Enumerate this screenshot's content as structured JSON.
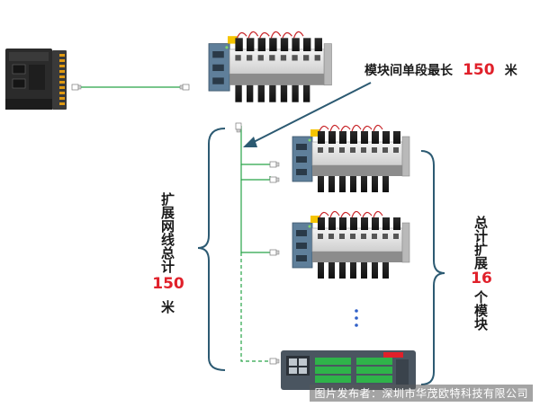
{
  "segment_label": {
    "prefix": "模块间单段最长",
    "value": "150",
    "unit": "米"
  },
  "total_cable": {
    "label": "扩展网线总计",
    "value": "150",
    "unit": "米"
  },
  "total_modules": {
    "label": "总计扩展",
    "value": "16",
    "unit": "个模块"
  },
  "watermark": "图片发布者：深圳市华茂欧特科技有限公司",
  "colors": {
    "cable": "#27a348",
    "bracket": "#2c5a72",
    "arrow": "#2c5a72",
    "accent_red": "#e0202a",
    "ellipsis": "#3060c8"
  }
}
